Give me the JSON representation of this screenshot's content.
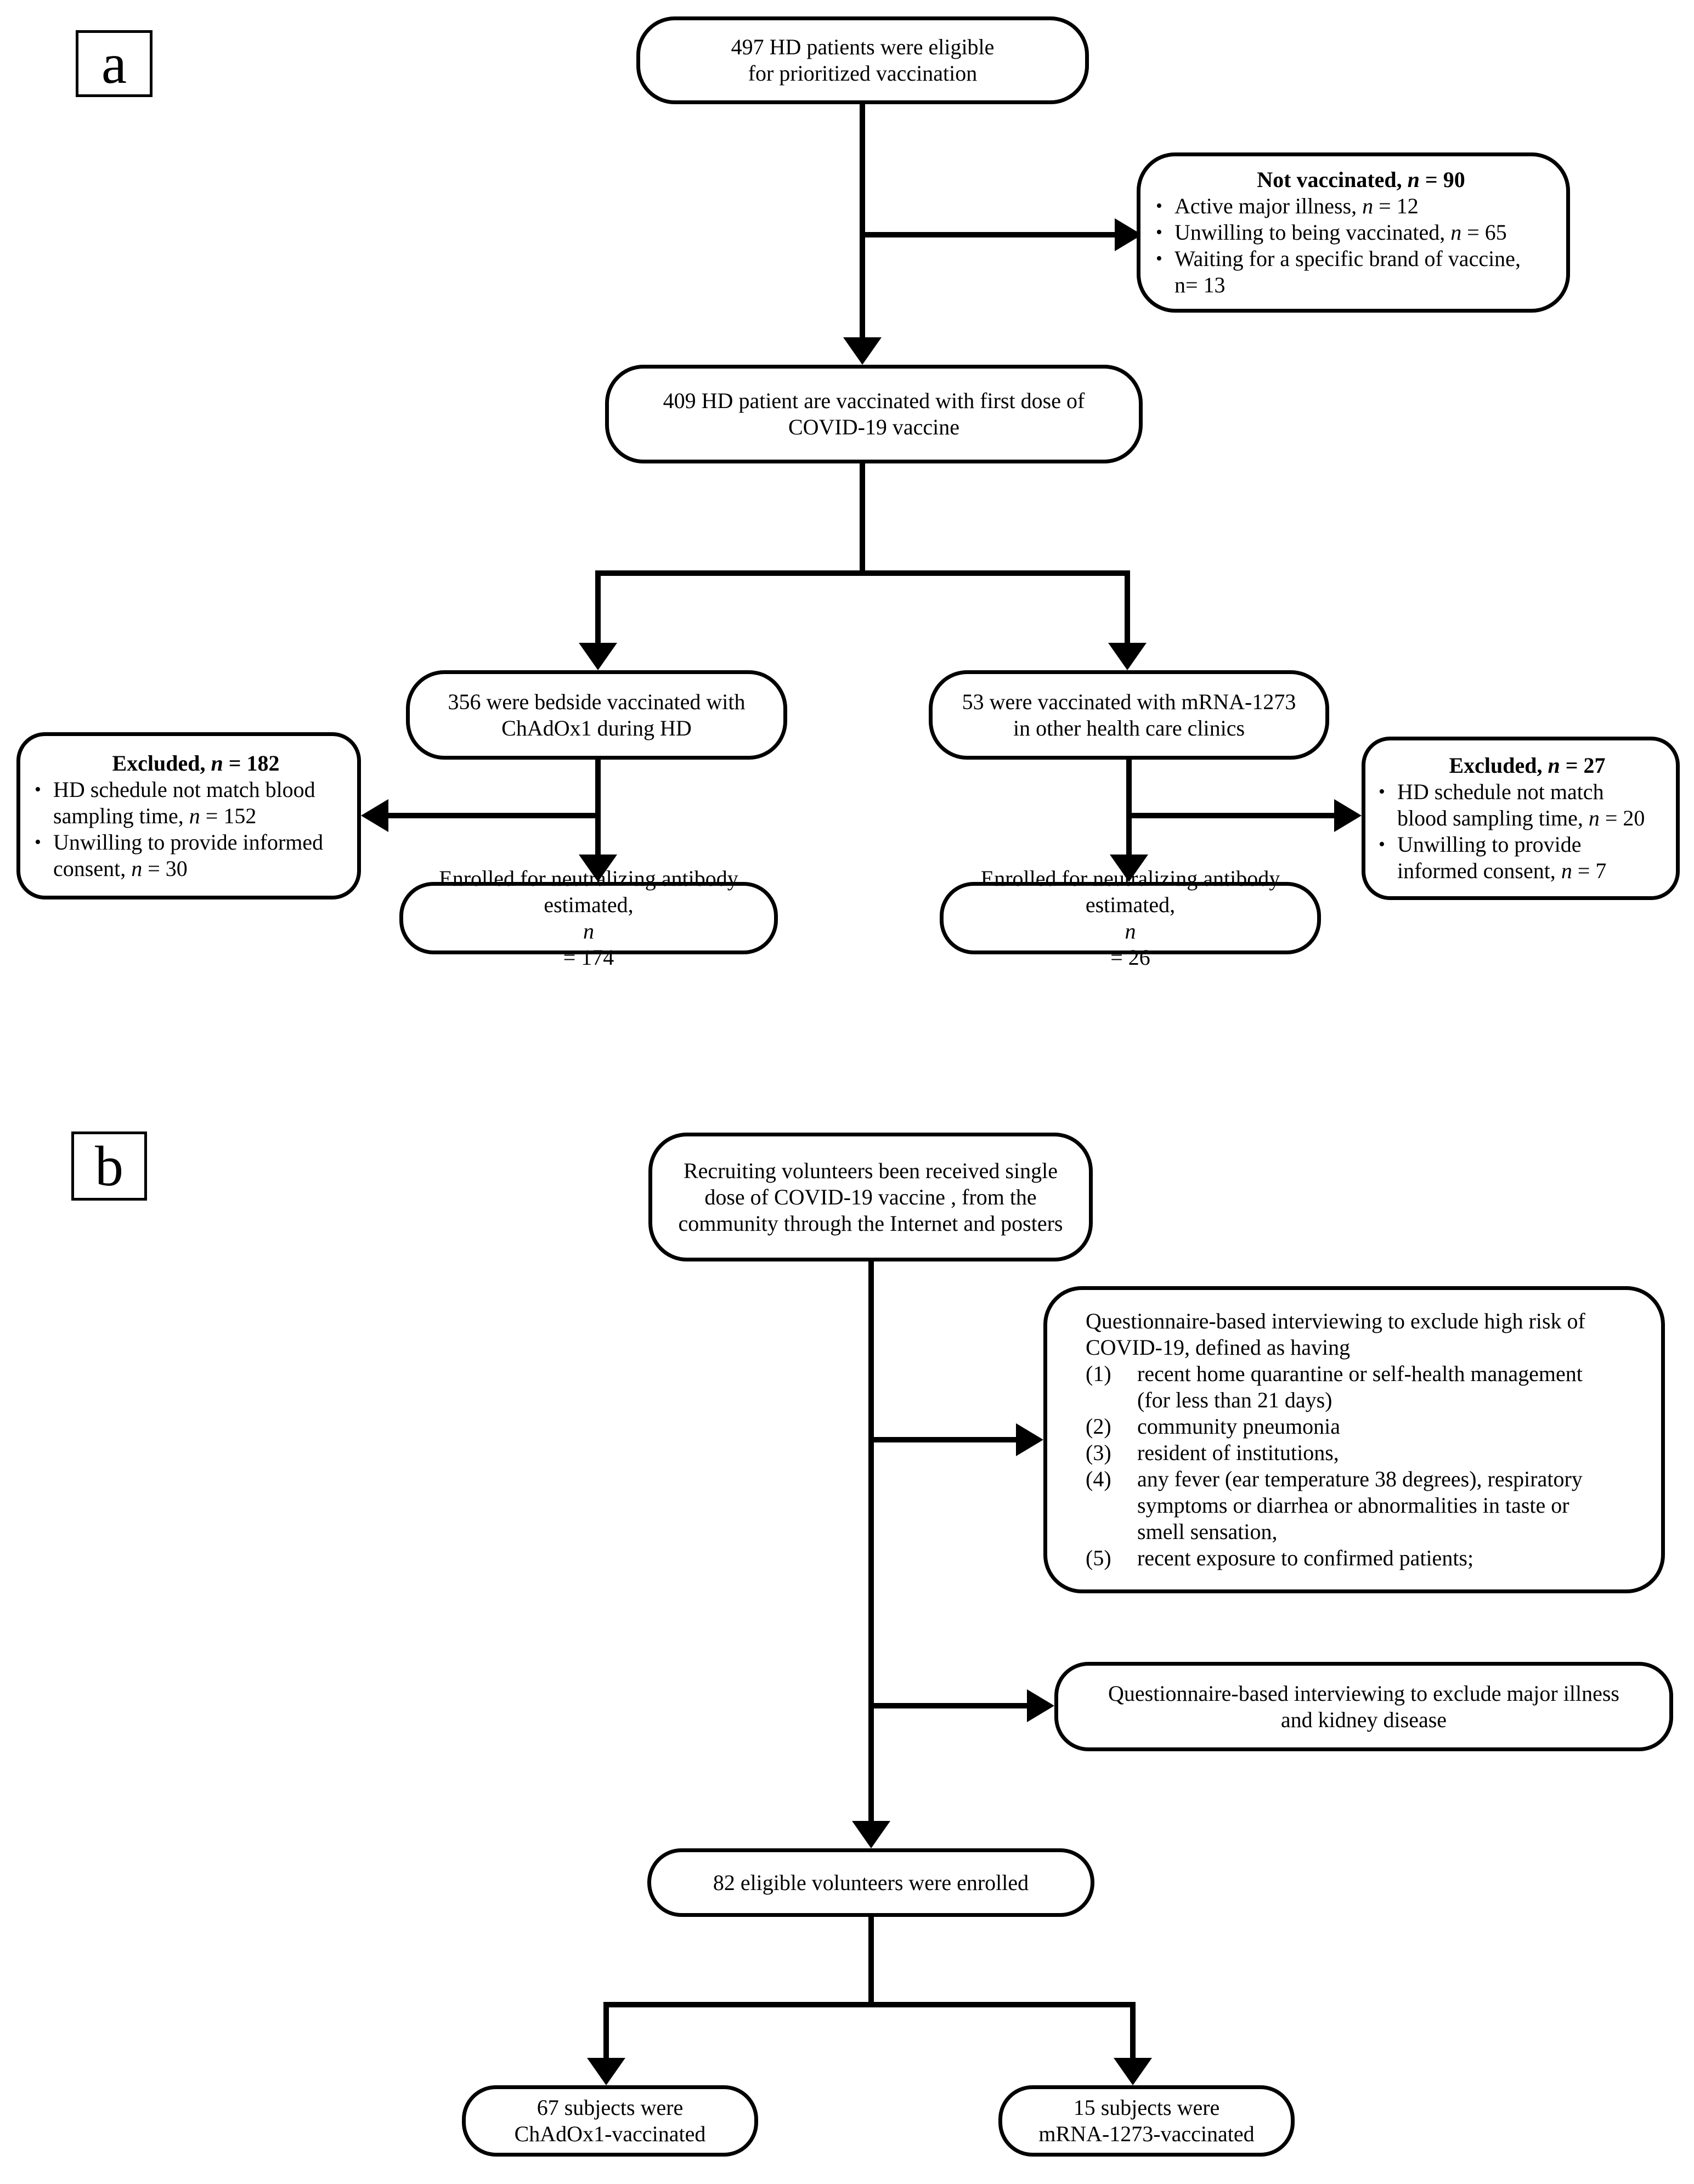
{
  "panel_a": {
    "label": "a",
    "eligible": [
      "497 HD patients were eligible",
      "for prioritized vaccination"
    ],
    "not_vaccinated": {
      "title_prefix": "Not vaccinated, ",
      "title_n": "n",
      "title_value": " = 90",
      "items": [
        {
          "prefix": "Active major illness, ",
          "n": "n",
          "value": " = 12"
        },
        {
          "prefix": "Unwilling to being vaccinated, ",
          "n": "n",
          "value": " = 65"
        },
        {
          "prefix": "Waiting for a specific brand of vaccine,",
          "n": "",
          "value": "",
          "cont": "n= 13"
        }
      ]
    },
    "vaccinated_first": [
      "409 HD patient are vaccinated with first dose of",
      "COVID-19 vaccine"
    ],
    "chadox": [
      "356 were  bedside vaccinated with",
      "ChAdOx1 during HD"
    ],
    "mrna": [
      "53 were vaccinated with mRNA-1273",
      "in other health care clinics"
    ],
    "excluded_left": {
      "title_prefix": "Excluded, ",
      "title_n": "n",
      "title_value": " = 182",
      "items": [
        {
          "line1": "HD schedule not match blood",
          "line2_prefix": "sampling time, ",
          "n": "n",
          "value": " = 152"
        },
        {
          "line1": "Unwilling to provide informed",
          "line2_prefix": "consent, ",
          "n": "n",
          "value": " = 30"
        }
      ]
    },
    "excluded_right": {
      "title_prefix": "Excluded, ",
      "title_n": "n",
      "title_value": " = 27",
      "items": [
        {
          "line1": "HD schedule not match",
          "line2_prefix": "blood  sampling time, ",
          "n": "n",
          "value": " = 20"
        },
        {
          "line1": "Unwilling to provide",
          "line2_prefix": "informed consent, ",
          "n": "n",
          "value": " = 7"
        }
      ]
    },
    "enrolled_left": {
      "line1": "Enrolled for neutralizing antibody",
      "line2_prefix": "estimated, ",
      "n": "n",
      "value": " = 174"
    },
    "enrolled_right": {
      "line1": "Enrolled for neutralizing antibody",
      "line2_prefix": "estimated, ",
      "n": "n",
      "value": " = 26"
    }
  },
  "panel_b": {
    "label": "b",
    "recruiting": [
      "Recruiting volunteers been received single",
      "dose of COVID-19 vaccine , from the",
      "community through the Internet and posters"
    ],
    "questionnaire_risk": {
      "intro": [
        "Questionnaire-based interviewing to exclude high risk of",
        "COVID-19,  defined as having"
      ],
      "items": [
        {
          "num": "(1)",
          "lines": [
            "recent home quarantine or self-health management",
            "(for less than 21 days)"
          ]
        },
        {
          "num": "(2)",
          "lines": [
            "community pneumonia"
          ]
        },
        {
          "num": "(3)",
          "lines": [
            "resident of institutions,"
          ]
        },
        {
          "num": "(4)",
          "lines": [
            "any fever (ear temperature  38 degrees), respiratory",
            "symptoms or diarrhea or abnormalities in taste or",
            "smell sensation,"
          ]
        },
        {
          "num": "(5)",
          "lines": [
            "recent exposure to confirmed patients;"
          ]
        }
      ]
    },
    "questionnaire_illness": [
      "Questionnaire-based interviewing to exclude major illness",
      "and kidney disease"
    ],
    "enrolled": [
      "82 eligible volunteers were enrolled"
    ],
    "chadox": [
      "67 subjects were",
      "ChAdOx1-vaccinated"
    ],
    "mrna": [
      "15 subjects were",
      "mRNA-1273-vaccinated"
    ]
  }
}
